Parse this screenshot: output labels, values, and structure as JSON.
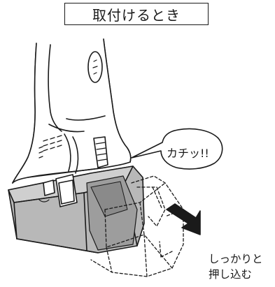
{
  "title": "取付けるとき",
  "sound_label": "カチッ!!",
  "instruction": {
    "line1": "しっかりと",
    "line2": "押し込む"
  },
  "colors": {
    "line": "#1a1a1a",
    "battery_fill": "#b8b8b8",
    "battery_dark": "#8f8f8f"
  }
}
